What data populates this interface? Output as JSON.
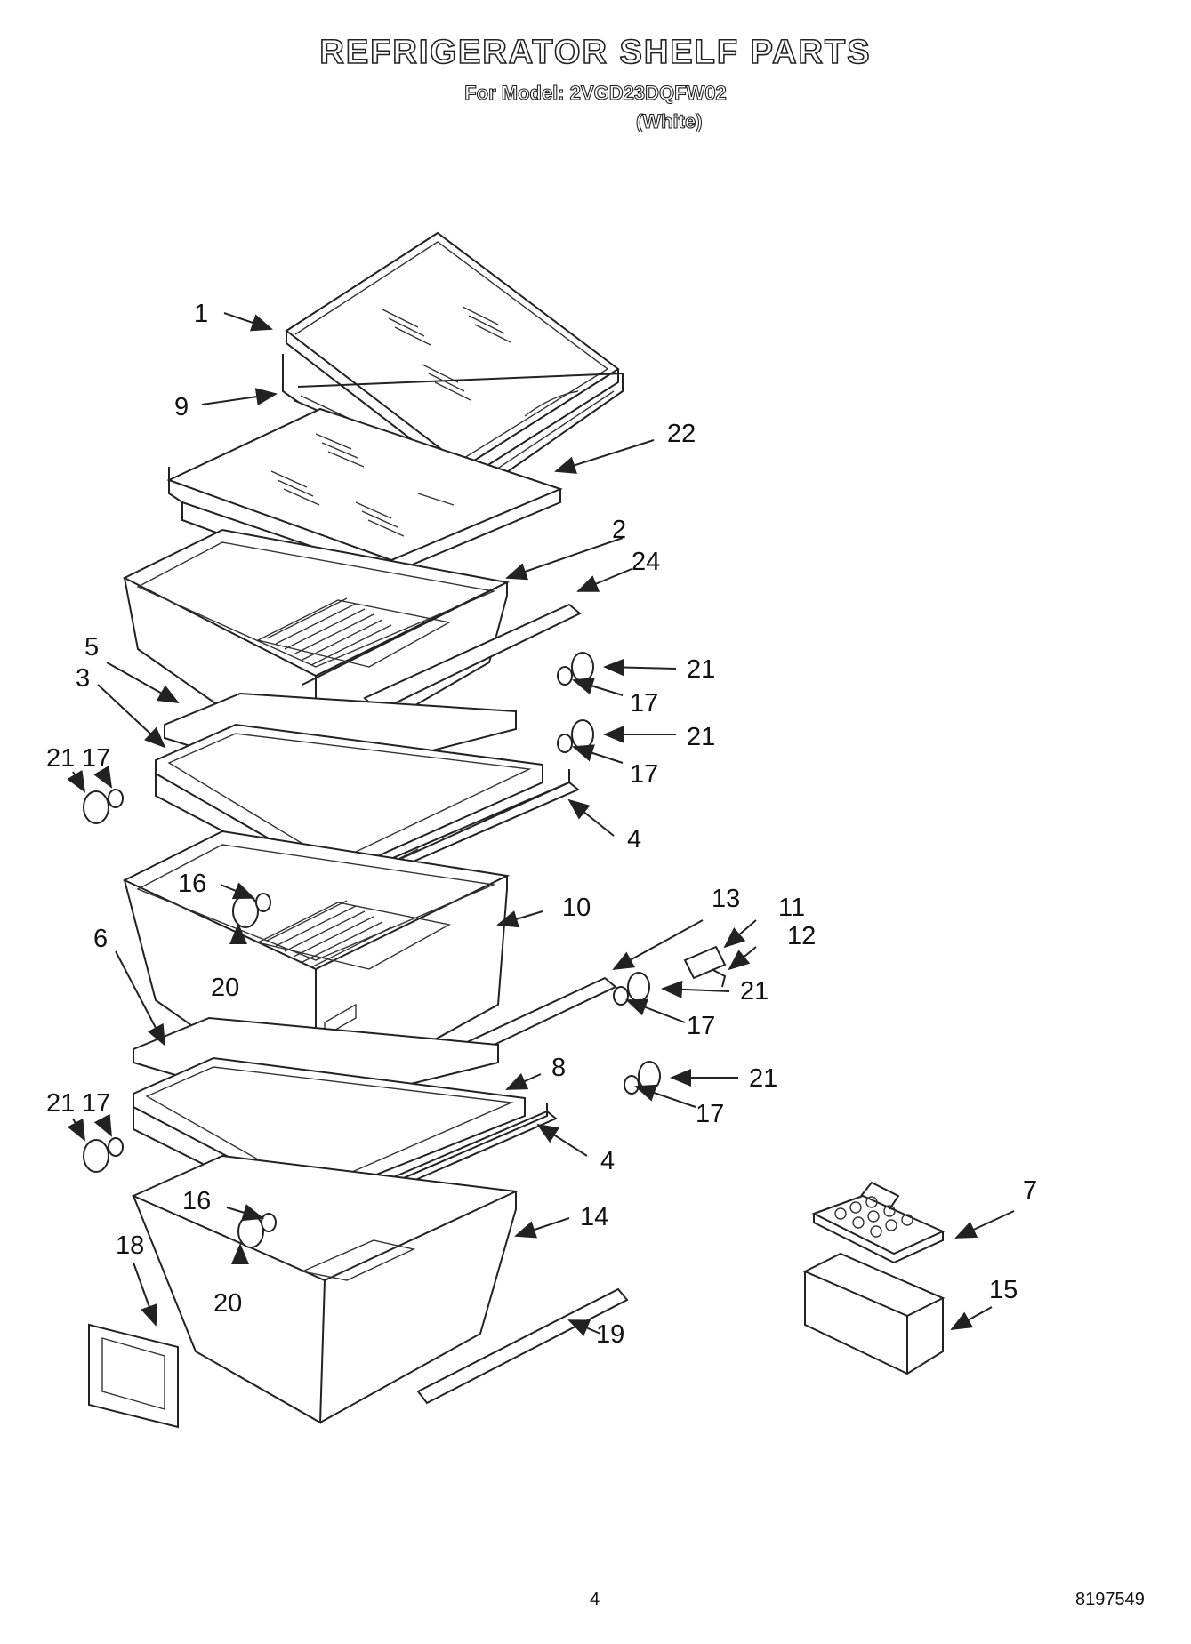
{
  "header": {
    "title": "REFRIGERATOR SHELF PARTS",
    "model_line": "For Model: 2VGD23DQFW02",
    "color_line": "(White)"
  },
  "footer": {
    "page_number": "4",
    "document_number": "8197549"
  },
  "callouts": {
    "c1": "1",
    "c9": "9",
    "c22": "22",
    "c2": "2",
    "c24": "24",
    "c5": "5",
    "c3": "3",
    "c21a": "21",
    "c17a": "17",
    "c21b": "21",
    "c17b": "17",
    "c21c": "21",
    "c17c": "17",
    "c4a": "4",
    "c16a": "16",
    "c10": "10",
    "c13": "13",
    "c11": "11",
    "c12": "12",
    "c20a": "20",
    "c6": "6",
    "c21d": "21",
    "c17d": "17",
    "c8": "8",
    "c21e": "21",
    "c17e": "17",
    "c21f": "21",
    "c17f": "17",
    "c4b": "4",
    "c16b": "16",
    "c14": "14",
    "c7": "7",
    "c18": "18",
    "c15": "15",
    "c20b": "20",
    "c19": "19"
  }
}
